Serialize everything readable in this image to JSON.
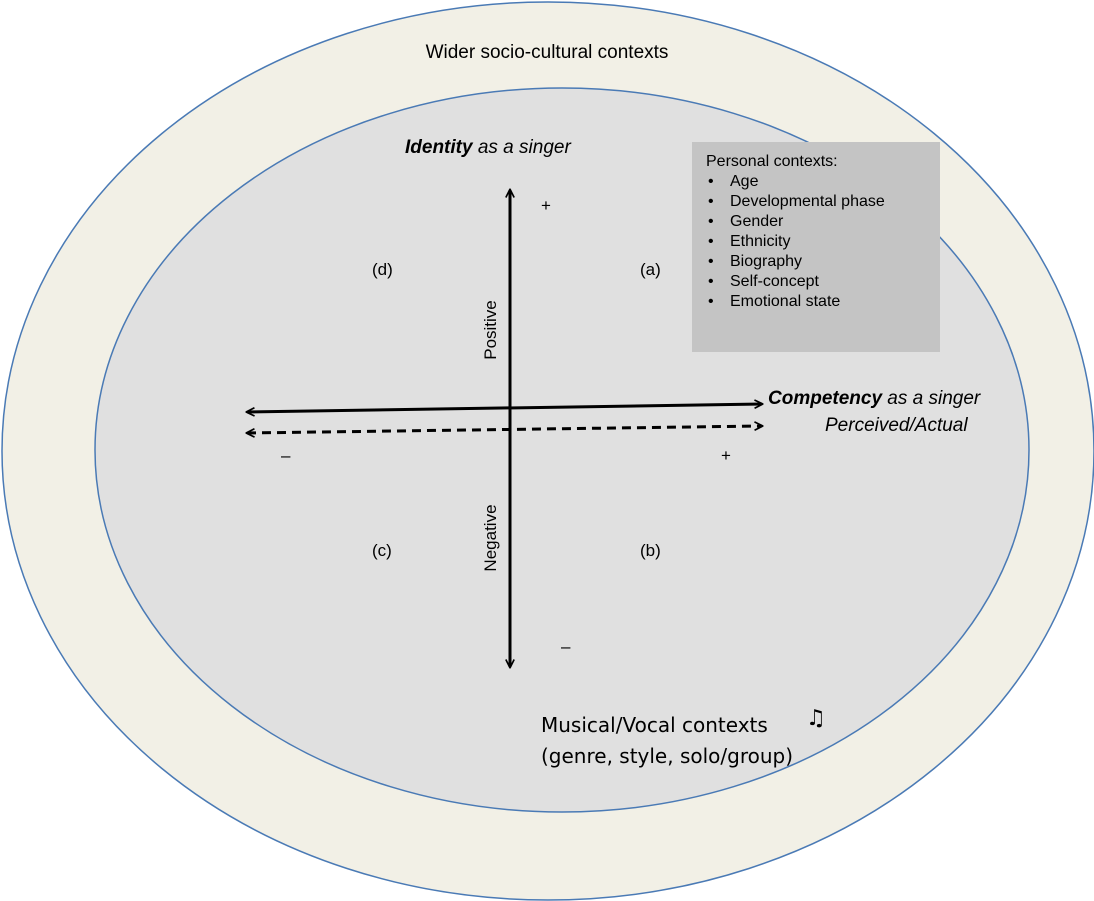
{
  "outer_context": {
    "label": "Wider socio-cultural contexts"
  },
  "identity_axis": {
    "title_bold": "Identity",
    "title_rest": " as a singer",
    "positive_label": "Positive",
    "negative_label": "Negative",
    "plus_sign": "+",
    "minus_sign": "–"
  },
  "competency_axis": {
    "title_bold": "Competency",
    "title_rest": " as a singer",
    "subtitle": "Perceived/Actual",
    "minus_sign": "–",
    "plus_sign": "+"
  },
  "quadrants": {
    "a": "(a)",
    "b": "(b)",
    "c": "(c)",
    "d": "(d)"
  },
  "personal_contexts": {
    "heading": "Personal contexts:",
    "bullet": "•",
    "items": [
      "Age",
      "Developmental phase",
      "Gender",
      "Ethnicity",
      "Biography",
      "Self-concept",
      "Emotional state"
    ]
  },
  "musical_contexts": {
    "line1": "Musical/Vocal contexts",
    "line2": "(genre, style, solo/group)",
    "icon": "music-note-icon"
  },
  "colors": {
    "outer_fill": "#f2f0e6",
    "inner_fill": "#e0e0e0",
    "ellipse_stroke": "#4a7ab5",
    "box_fill": "#c4c4c4"
  }
}
